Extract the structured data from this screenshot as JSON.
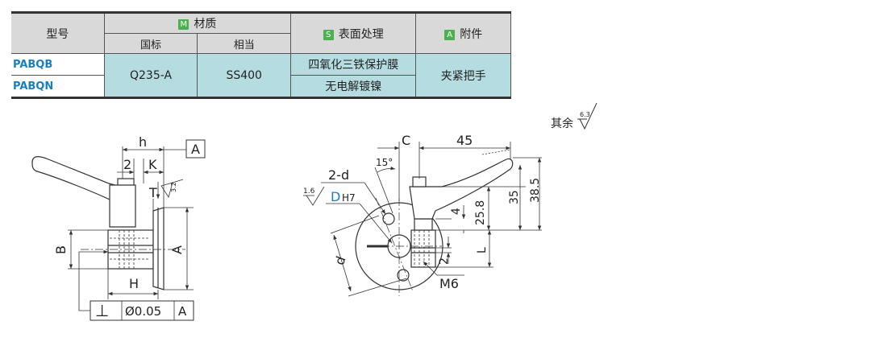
{
  "table": {
    "header": {
      "model": "型号",
      "material": "材质",
      "material_tag": "M",
      "national": "国标",
      "equivalent": "相当",
      "surface": "表面处理",
      "surface_tag": "S",
      "accessory": "附件",
      "accessory_tag": "A"
    },
    "rows": [
      {
        "model": "PABQB",
        "surface": "四氧化三铁保护膜"
      },
      {
        "model": "PABQN",
        "surface": "无电解镀镍"
      }
    ],
    "national_value": "Q235-A",
    "equivalent_value": "SS400",
    "accessory_value": "夹紧把手",
    "tag_color": "#4caf50",
    "row_color": "#b5dde1"
  },
  "drawing": {
    "roughness_note": "其余",
    "roughness_default": "6.3",
    "left_view": {
      "dim_h": "h",
      "datum_a": "A",
      "dim_2": "2",
      "dim_k": "K",
      "dim_t": "T",
      "roughness_t": "3.2",
      "dim_b": "B",
      "dim_a": "A",
      "dim_H": "H",
      "fcf_symbol": "⊥",
      "fcf_value": "Ø0.05",
      "fcf_datum": "A"
    },
    "right_view": {
      "dim_c": "C",
      "dim_45": "45",
      "angle": "15°",
      "holes": "2-d",
      "bore_d": "D",
      "bore_fit": "H7",
      "roughness_bore": "1.6",
      "dim_4": "4",
      "dim_258": "25.8",
      "dim_35": "35",
      "dim_385": "38.5",
      "dim_l": "L",
      "dim_2": "2",
      "pcd": "d",
      "thread": "M6"
    }
  }
}
